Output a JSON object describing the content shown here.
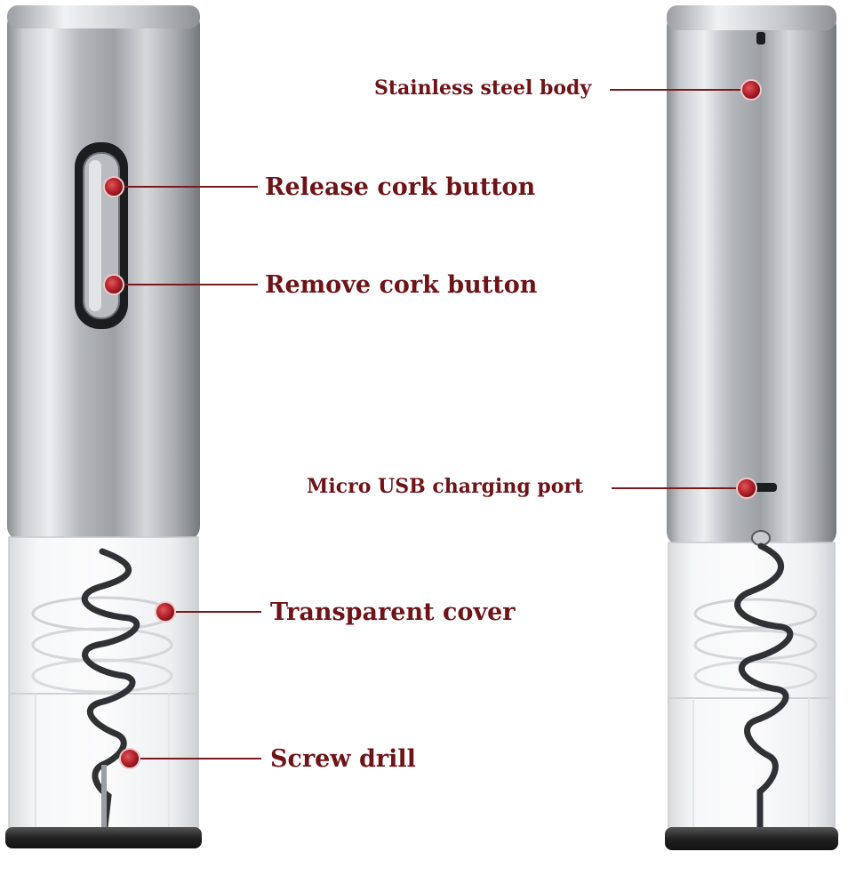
{
  "colors": {
    "label_text": "#6e1418",
    "marker_red": "#b0222a",
    "leader_line": "#7a1a1e",
    "steel_light": "#e6e7e9",
    "steel_dark": "#7f8286",
    "base_black": "#222222"
  },
  "icons": [
    "screw-drill-icon",
    "usb-port-icon"
  ],
  "callouts": {
    "stainless_steel_body": "Stainless steel body",
    "release_cork_button": "Release cork button",
    "remove_cork_button": "Remove cork button",
    "micro_usb_port": "Micro USB charging port",
    "transparent_cover": "Transparent cover",
    "screw_drill": "Screw drill"
  }
}
